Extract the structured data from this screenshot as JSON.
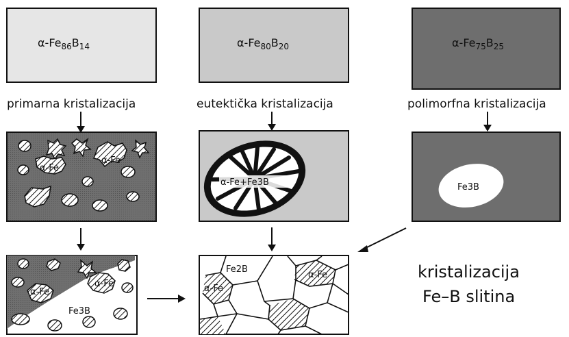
{
  "top_row": [
    {
      "formula_main": "α-Fe",
      "formula_sub1": "86",
      "formula_b": "B",
      "formula_sub2": "14",
      "caption": "primarna kristalizacija"
    },
    {
      "formula_main": "α-Fe",
      "formula_sub1": "80",
      "formula_b": "B",
      "formula_sub2": "20",
      "caption": "eutektička kristalizacija"
    },
    {
      "formula_main": "α-Fe",
      "formula_sub1": "75",
      "formula_b": "B",
      "formula_sub2": "25",
      "caption": "polimorfna kristalizacija"
    }
  ],
  "middle_row": {
    "primary_grain_labels": [
      "α-Fe",
      "α-Fe"
    ],
    "eutectic_label": "α-Fe+Fe3B",
    "polymorphic_label": "Fe3B"
  },
  "bottom_row": {
    "left_labels": [
      "α-Fe",
      "α-Fe",
      "Fe3B"
    ],
    "right_labels": [
      "Fe2B",
      "α-Fe",
      "α-Fe"
    ]
  },
  "title_lines": [
    "kristalizacija",
    "Fe–B slitina"
  ],
  "colors": {
    "light_gray": "#e6e6e6",
    "mid_gray": "#c8c8c8",
    "dark_gray": "#6e6e6e",
    "ink": "#111111"
  }
}
